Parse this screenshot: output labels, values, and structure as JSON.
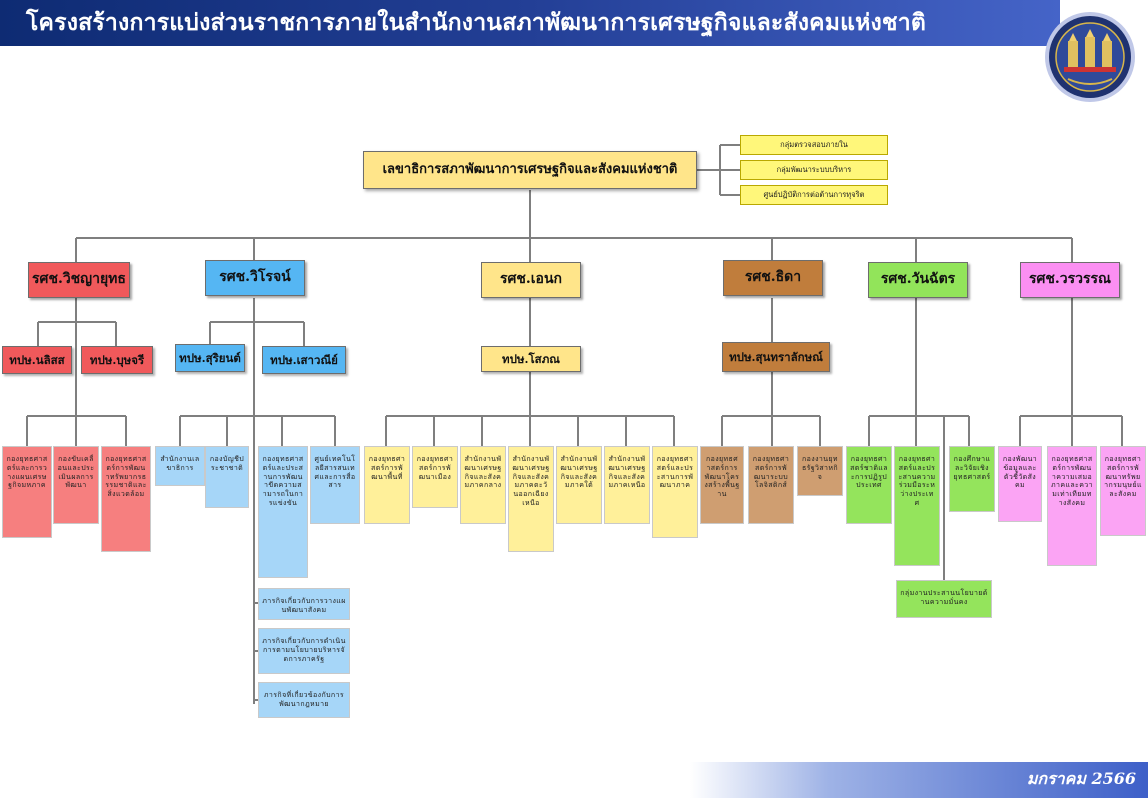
{
  "header": {
    "title": "โครงสร้างการแบ่งส่วนราชการภายในสำนักงานสภาพัฒนาการเศรษฐกิจและสังคมแห่งชาติ"
  },
  "footer": {
    "date": "มกราคม 2566"
  },
  "seal": {
    "icon": "seal-emblem-icon"
  },
  "colors": {
    "header": "#1f3a8f",
    "line": "#7f7f7f"
  },
  "top": {
    "label": "เลขาธิการสภาพัฒนาการเศรษฐกิจและสังคมแห่งชาติ"
  },
  "side_units": [
    {
      "label": "กลุ่มตรวจสอบภายใน"
    },
    {
      "label": "กลุ่มพัฒนาระบบบริหาร"
    },
    {
      "label": "ศูนย์ปฏิบัติการต่อต้านการทุจริต"
    }
  ],
  "deputies": [
    {
      "label": "รศช.วิชญายุทธ"
    },
    {
      "label": "รศช.วิโรจน์"
    },
    {
      "label": "รศช.เอนก"
    },
    {
      "label": "รศช.ธิดา"
    },
    {
      "label": "รศช.วันฉัตร"
    },
    {
      "label": "รศช.วรวรรณ"
    }
  ],
  "advisors": [
    {
      "label": "ทปษ.นลิสส"
    },
    {
      "label": "ทปษ.บุษจรี"
    },
    {
      "label": "ทปษ.สุริยนต์"
    },
    {
      "label": "ทปษ.เสาวณีย์"
    },
    {
      "label": "ทปษ.โสภณ"
    },
    {
      "label": "ทปษ.สุนทราลักษณ์"
    }
  ],
  "units": [
    {
      "label": "กองยุทธศาสตร์และการวางแผนเศรษฐกิจมหภาค"
    },
    {
      "label": "กองขับเคลื่อนและประเมินผลการพัฒนา"
    },
    {
      "label": "กองยุทธศาสตร์การพัฒนาทรัพยากรธรรมชาติและสิ่งแวดล้อม"
    },
    {
      "label": "สำนักงานเลขาธิการ"
    },
    {
      "label": "กองบัญชีประชาชาติ"
    },
    {
      "label": "กองยุทธศาสตร์และประสานการพัฒนาขีดความสามารถในการแข่งขัน"
    },
    {
      "label": "ศูนย์เทคโนโลยีสารสนเทศและการสื่อสาร"
    },
    {
      "label": "กองยุทธศาสตร์การพัฒนาพื้นที่"
    },
    {
      "label": "กองยุทธศาสตร์การพัฒนาเมือง"
    },
    {
      "label": "สำนักงานพัฒนาเศรษฐกิจและสังคมภาคกลาง"
    },
    {
      "label": "สำนักงานพัฒนาเศรษฐกิจและสังคมภาคตะวันออกเฉียงเหนือ"
    },
    {
      "label": "สำนักงานพัฒนาเศรษฐกิจและสังคมภาคใต้"
    },
    {
      "label": "สำนักงานพัฒนาเศรษฐกิจและสังคมภาคเหนือ"
    },
    {
      "label": "กองยุทธศาสตร์และประสานการพัฒนาภาค"
    },
    {
      "label": "กองยุทธศาสตร์การพัฒนาโครงสร้างพื้นฐาน"
    },
    {
      "label": "กองยุทธศาสตร์การพัฒนาระบบโลจิสติกส์"
    },
    {
      "label": "กองงานยุทธรัฐวิสาหกิจ"
    },
    {
      "label": "กองยุทธศาสตร์ชาติและการปฏิรูปประเทศ"
    },
    {
      "label": "กองยุทธศาสตร์และประสานความร่วมมือระหว่างประเทศ"
    },
    {
      "label": "กองศึกษาและวิจัยเชิงยุทธศาสตร์"
    },
    {
      "label": "กองพัฒนาข้อมูลและตัวชี้วัดสังคม"
    },
    {
      "label": "กองยุทธศาสตร์การพัฒนาความเสมอภาคและความเท่าเทียมทางสังคม"
    },
    {
      "label": "กองยุทธศาสตร์การพัฒนาทรัพยากรมนุษย์และสังคม"
    }
  ],
  "missions": [
    {
      "label": "ภารกิจเกี่ยวกับการวางแผนพัฒนาสังคม"
    },
    {
      "label": "ภารกิจเกี่ยวกับการดำเนินการตามนโยบายบริหารจัดการภาครัฐ"
    },
    {
      "label": "ภารกิจที่เกี่ยวข้องกับการพัฒนากฎหมาย"
    }
  ],
  "security": {
    "label": "กลุ่มงานประสานนโยบายด้านความมั่นคง"
  }
}
